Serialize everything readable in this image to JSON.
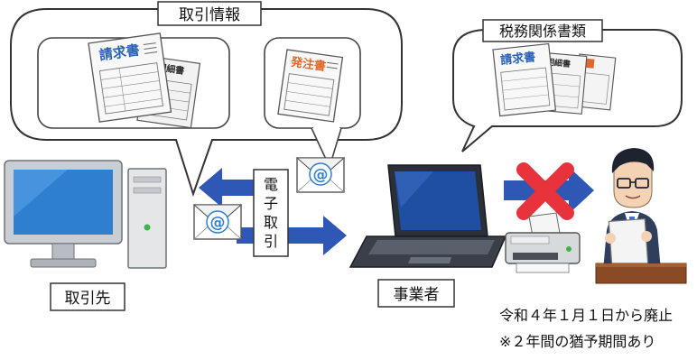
{
  "left_bubble": {
    "title": "取引情報",
    "doc1_title": "請求書",
    "doc2_title": "明細書",
    "doc3_title": "発注書"
  },
  "right_bubble": {
    "title": "税務関係書類",
    "doc1_title": "請求書",
    "doc2_title": "明細書"
  },
  "exchange_label": [
    "電",
    "子",
    "取",
    "引"
  ],
  "email_icon": "@",
  "labels": {
    "partner": "取引先",
    "business": "事業者"
  },
  "notes": {
    "line1": "令和４年１月１日から廃止",
    "line2": "※２年間の猶予期間あり"
  },
  "colors": {
    "arrow_blue": "#2f57b6",
    "cross_red": "#e8323c",
    "screen_blue": "#2f7fd0",
    "title_blue": "#2b62b6",
    "title_orange": "#e0682c"
  }
}
